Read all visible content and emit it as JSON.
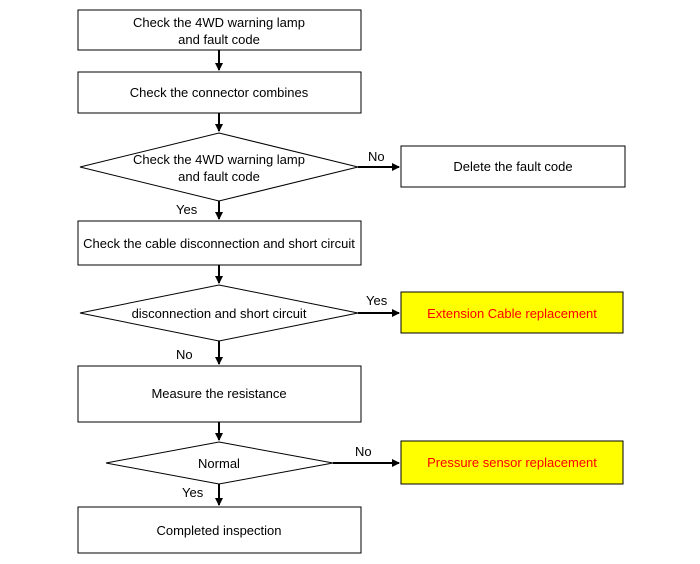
{
  "flowchart": {
    "step1": {
      "line1": "Check the 4WD warning lamp",
      "line2": "and fault code"
    },
    "step2": {
      "label": "Check the connector combines"
    },
    "decision1": {
      "line1": "Check the 4WD warning lamp",
      "line2": "and fault code"
    },
    "delete_fault": {
      "label": "Delete the fault code"
    },
    "step3": {
      "label": "Check the cable disconnection and short circuit"
    },
    "decision2": {
      "label": "disconnection and short circuit"
    },
    "extension_cable": {
      "label": "Extension Cable replacement"
    },
    "step4": {
      "label": "Measure the resistance"
    },
    "decision3": {
      "label": "Normal"
    },
    "pressure_sensor": {
      "label": "Pressure sensor replacement"
    },
    "step5": {
      "label": "Completed inspection"
    },
    "edges": {
      "d1_no": "No",
      "d1_yes": "Yes",
      "d2_yes": "Yes",
      "d2_no": "No",
      "d3_no": "No",
      "d3_yes": "Yes"
    }
  },
  "colors": {
    "highlight_fill": "#ffff00",
    "highlight_text": "#ff0000"
  }
}
